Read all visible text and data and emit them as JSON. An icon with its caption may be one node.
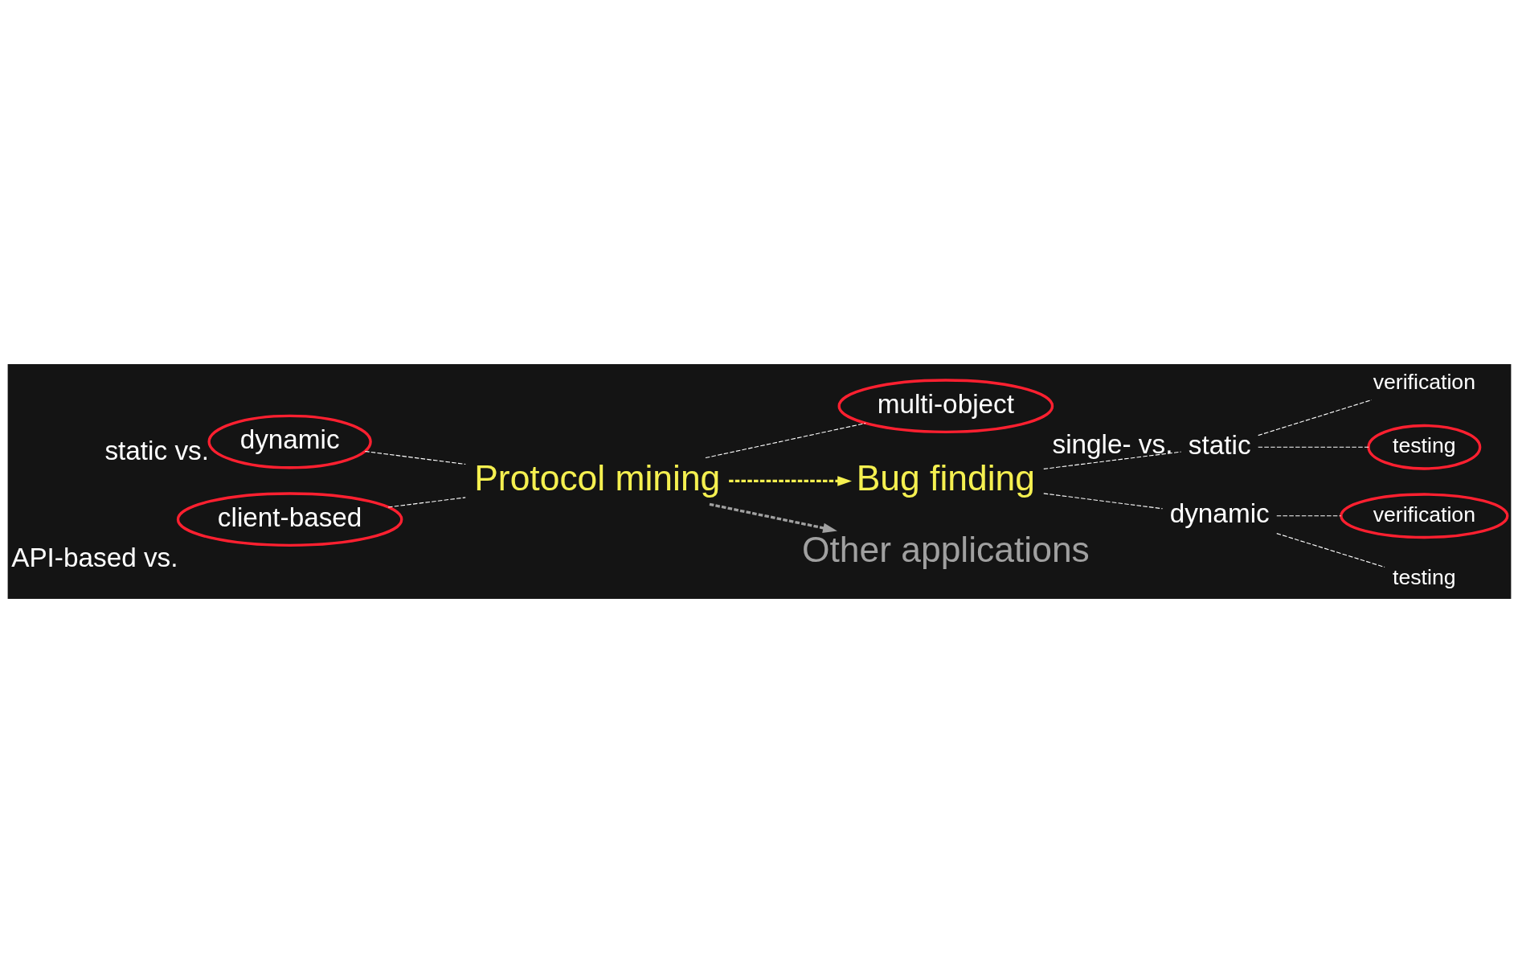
{
  "diagram": {
    "nodes": [
      {
        "text": [
          "Protocol mining"
        ]
      },
      {
        "text": [
          "dynamic"
        ],
        "beside": [
          "static vs."
        ]
      },
      {
        "text": [
          "client-based"
        ],
        "beside": [
          "API-based vs."
        ]
      },
      {
        "text": [
          "multi-object"
        ],
        "beside": [
          "single- vs."
        ]
      },
      {
        "text": [
          "Bug finding"
        ]
      },
      {
        "text": [
          "static"
        ]
      },
      {
        "text": [
          "verification"
        ]
      },
      {
        "text": [
          "testing"
        ]
      },
      {
        "text": [
          "dynamic"
        ]
      },
      {
        "text": [
          "verification"
        ]
      },
      {
        "text": [
          "testing"
        ]
      },
      {
        "text": [
          "Other applications"
        ]
      }
    ],
    "edges": [
      {
        "from": 1,
        "to": 0,
        "arrow": "none",
        "style": "dashed"
      },
      {
        "from": 2,
        "to": 0,
        "arrow": "none",
        "style": "dashed"
      },
      {
        "from": 0,
        "to": 3,
        "arrow": "none",
        "style": "dashed"
      },
      {
        "from": 0,
        "to": 4,
        "arrow": "to",
        "style": "dashed",
        "color": "#f5f050"
      },
      {
        "from": 0,
        "to": 11,
        "arrow": "to",
        "style": "dashed",
        "color": "#a0a0a0"
      },
      {
        "from": 4,
        "to": 5,
        "arrow": "none",
        "style": "dashed"
      },
      {
        "from": 5,
        "to": 6,
        "arrow": "none",
        "style": "dashed"
      },
      {
        "from": 5,
        "to": 7,
        "arrow": "none",
        "style": "dashed"
      },
      {
        "from": 4,
        "to": 8,
        "arrow": "none",
        "style": "dashed"
      },
      {
        "from": 8,
        "to": 9,
        "arrow": "none",
        "style": "dashed"
      },
      {
        "from": 8,
        "to": 10,
        "arrow": "none",
        "style": "dashed"
      }
    ]
  }
}
